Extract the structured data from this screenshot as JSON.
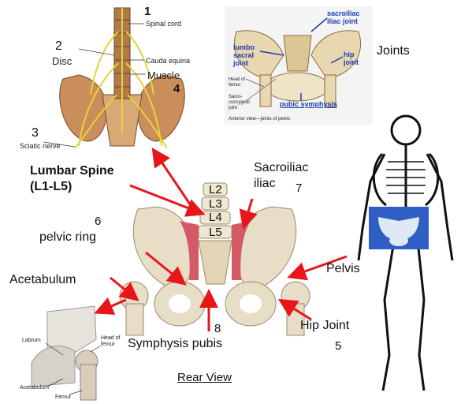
{
  "spine_panel": {
    "num_spinal": "1",
    "spinal_cord": "Spinal cord",
    "num_disc": "2",
    "disc": "Disc",
    "cauda_equina": "Cauda equina",
    "muscle": "Muscle",
    "num_muscle": "4",
    "num_sciatic": "3",
    "sciatic_nerve": "Sciatic nerve"
  },
  "joints_panel": {
    "sacroiliac_joint": "sacroiliac\niliac joint",
    "lumbosacral_joint": "lumbo\nsacral\njoint",
    "hip_joint": "hip\njoint",
    "pubic_symphysis": "pubic symphysis",
    "head_femur": "Head of\nfemur",
    "sacrococcygeal": "Sacro-\ncoccygeal\njoint",
    "caption": "Anterior view—joints of pelvis",
    "title": "Joints"
  },
  "labels": {
    "lumbar_spine": "Lumbar Spine",
    "lumbar_range": "(L1-L5)",
    "num_pelvic": "6",
    "pelvic_ring": "pelvic ring",
    "acetabulum": "Acetabulum",
    "sacroiliac": "Sacroiliac",
    "iliac": "iliac",
    "num_sacroiliac": "7",
    "pelvis": "Pelvis",
    "hip_joint": "Hip Joint",
    "num_hip": "5",
    "num_symphysis": "8",
    "symphysis": "Symphysis pubis",
    "rear_view": "Rear View",
    "l2": "L2",
    "l3": "L3",
    "l4": "L4",
    "l5": "L5"
  },
  "hip_inset": {
    "labrum": "Labrum",
    "head_femur": "Head of\nfemur",
    "acetabulum": "Acetabulum",
    "femur": "Femur"
  },
  "colors": {
    "arrow": "#e8161b",
    "bone": "#e8ddc7",
    "nerve": "#e8d23a",
    "blue_label": "#1a3bb5"
  }
}
